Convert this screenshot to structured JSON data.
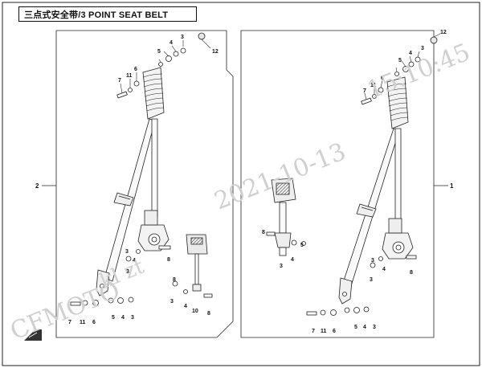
{
  "title": "三点式安全带/3 POINT SEAT BELT",
  "watermark": {
    "brand": "CFMOTO",
    "user": "kl zt",
    "date": "2021-10-13",
    "time": "15:10:45"
  },
  "callouts": {
    "assembly_left": "2",
    "assembly_right": "1",
    "left": {
      "c3a": "3",
      "c12": "12",
      "c4a": "4",
      "c5a": "5",
      "c6a": "6",
      "c11a": "11",
      "c7a": "7",
      "c3b": "3",
      "c4b": "4",
      "c8a": "8",
      "c3c": "3",
      "c7b": "7",
      "c11b": "11",
      "c6b": "6",
      "c5b": "5",
      "c4c": "4",
      "c3d": "3",
      "c8b": "8",
      "c3e": "3",
      "c4d": "4",
      "c10": "10",
      "c8c": "8"
    },
    "middle": {
      "c8": "8",
      "c5": "5",
      "c4": "4",
      "c3": "3"
    },
    "right": {
      "c12": "12",
      "c3a": "3",
      "c4a": "4",
      "c5a": "5",
      "c6a": "6",
      "c11a": "11",
      "c7a": "7",
      "c3b": "3",
      "c4b": "4",
      "c8a": "8",
      "c3c": "3",
      "c7b": "7",
      "c11b": "11",
      "c6b": "6",
      "c5b": "5",
      "c4c": "4",
      "c3d": "3"
    }
  }
}
